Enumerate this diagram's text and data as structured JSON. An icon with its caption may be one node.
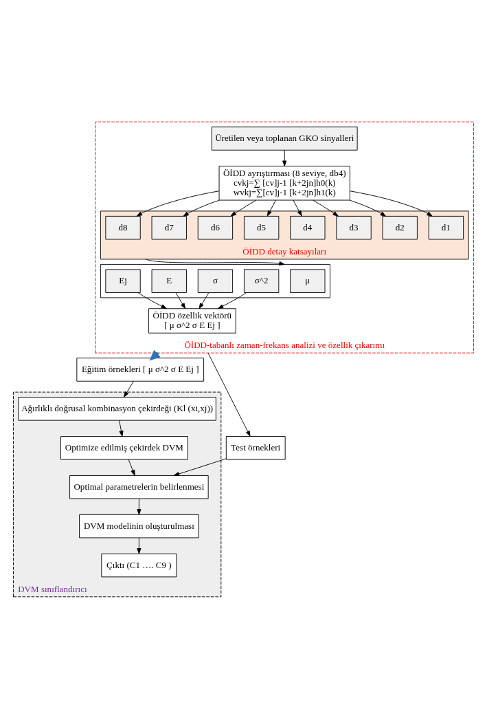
{
  "diagram": {
    "nodes": [
      {
        "text": [
          "ÖİDD-tabanlı zaman-frekans analizi ve özellik çıkarımı"
        ]
      },
      {
        "text": [
          "Üretilen veya toplanan GKO sinyalleri"
        ],
        "in": 0
      },
      {
        "text": [
          "ÖİDD ayrıştırması (8 seviye, db4)",
          "cvkj=∑ [cv]j-1 [k+2jn]h0(k)",
          "wvkj=∑[cv]j-1 [k+2jn]h1(k)"
        ],
        "in": 0
      },
      {
        "text": [
          "ÖİDD detay katsayıları"
        ],
        "in": 0
      },
      {
        "text": [
          "d1"
        ],
        "in": 3
      },
      {
        "text": [
          "d2"
        ],
        "in": 3
      },
      {
        "text": [
          "d3"
        ],
        "in": 3
      },
      {
        "text": [
          "d4"
        ],
        "in": 3
      },
      {
        "text": [
          "d5"
        ],
        "in": 3
      },
      {
        "text": [
          "d6"
        ],
        "in": 3
      },
      {
        "text": [
          "d7"
        ],
        "in": 3
      },
      {
        "text": [
          "d8"
        ],
        "in": 3
      },
      {
        "text": [],
        "shape": "box",
        "in": 0
      },
      {
        "text": [
          "μ"
        ],
        "in": 12
      },
      {
        "text": [
          "σ^2"
        ],
        "in": 12
      },
      {
        "text": [
          "σ"
        ],
        "in": 12
      },
      {
        "text": [
          "E"
        ],
        "in": 12
      },
      {
        "text": [
          "Ej"
        ],
        "in": 12
      },
      {
        "text": [
          "ÖİDD özellik vektörü",
          "[ μ σ^2 σ E Ej ]"
        ],
        "in": 0
      },
      {
        "text": [
          "Eğitim örnekleri [ μ σ^2 σ E Ej ]"
        ]
      },
      {
        "text": [
          "Test örnekleri"
        ]
      },
      {
        "text": [
          "DVM sınıflandırıcı"
        ]
      },
      {
        "text": [
          "Ağırlıklı doğrusal kombinasyon çekirdeği (Kl (xi,xj))"
        ],
        "in": 21
      },
      {
        "text": [
          "Optimize edilmiş çekirdek DVM"
        ],
        "in": 21
      },
      {
        "text": [
          "Optimal parametrelerin belirlenmesi"
        ],
        "in": 21
      },
      {
        "text": [
          "DVM modelinin oluşturulması"
        ],
        "in": 21
      },
      {
        "text": [
          "Çıktı (C1 …. C9 )"
        ],
        "in": 21
      }
    ],
    "edges": [
      {
        "from": 1,
        "to": 2,
        "arrow": "to"
      },
      {
        "from": 2,
        "to": 4,
        "arrow": "to"
      },
      {
        "from": 2,
        "to": 5,
        "arrow": "to"
      },
      {
        "from": 2,
        "to": 6,
        "arrow": "to"
      },
      {
        "from": 2,
        "to": 7,
        "arrow": "to"
      },
      {
        "from": 2,
        "to": 8,
        "arrow": "to"
      },
      {
        "from": 2,
        "to": 9,
        "arrow": "to"
      },
      {
        "from": 2,
        "to": 10,
        "arrow": "to"
      },
      {
        "from": 2,
        "to": 11,
        "arrow": "to"
      },
      {
        "from": 3,
        "to": 12,
        "arrow": "to"
      },
      {
        "from": 14,
        "to": 18,
        "arrow": "to"
      },
      {
        "from": 15,
        "to": 18,
        "arrow": "to"
      },
      {
        "from": 16,
        "to": 18,
        "arrow": "to"
      },
      {
        "from": 17,
        "to": 18,
        "arrow": "to"
      },
      {
        "from": 0,
        "to": 19,
        "arrow": "to",
        "style": "thick",
        "color": "#2e75b6"
      },
      {
        "from": 0,
        "to": 20,
        "arrow": "to"
      },
      {
        "from": 19,
        "to": 22,
        "arrow": "to"
      },
      {
        "from": 22,
        "to": 23,
        "arrow": "to"
      },
      {
        "from": 23,
        "to": 24,
        "arrow": "to"
      },
      {
        "from": 20,
        "to": 24,
        "arrow": "to"
      },
      {
        "from": 24,
        "to": 25,
        "arrow": "to"
      },
      {
        "from": 25,
        "to": 26,
        "arrow": "to"
      }
    ]
  }
}
